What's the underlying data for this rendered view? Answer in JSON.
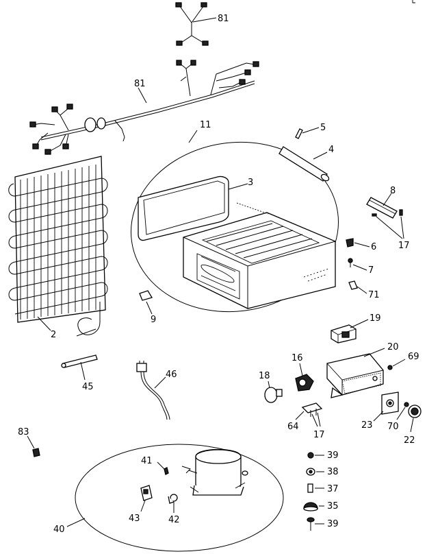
{
  "labels": {
    "p81a": "81",
    "p81b": "81",
    "p11": "11",
    "p5": "5",
    "p4": "4",
    "p3": "3",
    "p8": "8",
    "p6": "6",
    "p17a": "17",
    "p7": "7",
    "p71": "71",
    "p2": "2",
    "p9": "9",
    "p19": "19",
    "p20": "20",
    "p69": "69",
    "p16": "16",
    "p18": "18",
    "p45": "45",
    "p46": "46",
    "p64": "64",
    "p17b": "17",
    "p23": "23",
    "p70": "70",
    "p22": "22",
    "p83": "83",
    "p41": "41",
    "p39a": "39",
    "p38": "38",
    "p37": "37",
    "p35": "35",
    "p39b": "39",
    "p43": "43",
    "p42": "42",
    "p40": "40"
  }
}
